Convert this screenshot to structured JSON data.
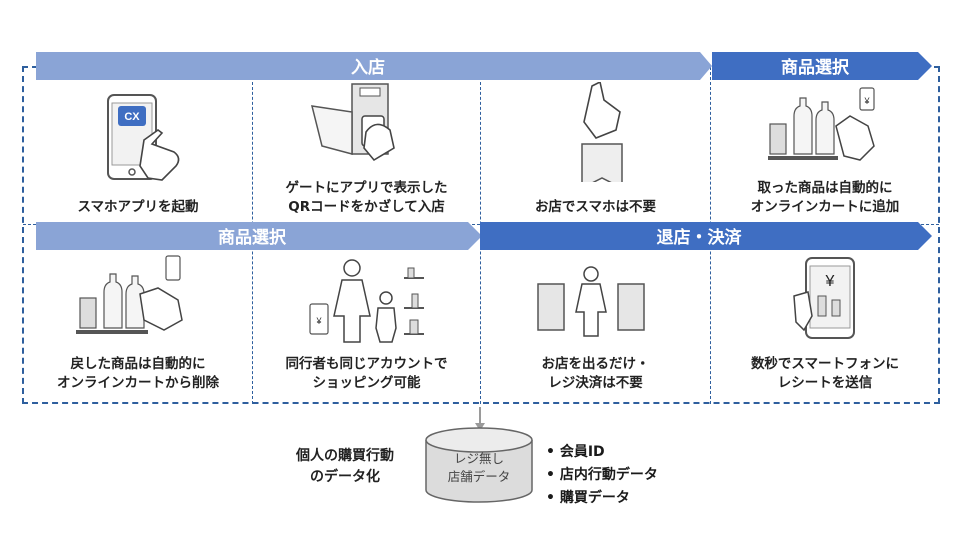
{
  "banners": {
    "entry": "入店",
    "select_top": "商品選択",
    "select_bottom": "商品選択",
    "exit": "退店・決済"
  },
  "captions": {
    "c1": [
      "スマホアプリを起動"
    ],
    "c2": [
      "ゲートにアプリで表示した",
      "QRコードをかざして入店"
    ],
    "c3": [
      "お店でスマホは不要"
    ],
    "c4": [
      "取った商品は自動的に",
      "オンラインカートに追加"
    ],
    "c5": [
      "戻した商品は自動的に",
      "オンラインカートから削除"
    ],
    "c6": [
      "同行者も同じアカウントで",
      "ショッピング可能"
    ],
    "c7": [
      "お店を出るだけ・",
      "レジ決済は不要"
    ],
    "c8": [
      "数秒でスマートフォンに",
      "レシートを送信"
    ]
  },
  "icon_text": {
    "phone_screen": "CX",
    "small_phone_mark": "¥",
    "receipt_mark": "¥"
  },
  "bottom": {
    "data_label": [
      "個人の購買行動",
      "のデータ化"
    ],
    "db_label": [
      "レジ無し",
      "店舗データ"
    ],
    "bullets": [
      "会員ID",
      "店内行動データ",
      "購買データ"
    ]
  },
  "colors": {
    "banner_light": "#8aa4d6",
    "banner_dark": "#3f6ec2",
    "dashed_border": "#2e5f9e"
  },
  "icons": [
    "smartphone-tap-icon",
    "qr-gate-icon",
    "hand-bag-icon",
    "shelf-pick-icon",
    "shelf-return-icon",
    "family-icon",
    "exit-gate-icon",
    "receipt-phone-icon",
    "database-icon"
  ]
}
